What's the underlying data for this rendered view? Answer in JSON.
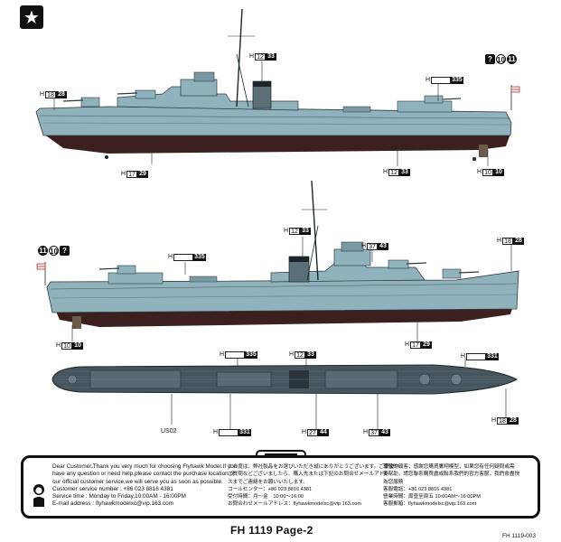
{
  "labels": {
    "s1_mast": {
      "left": "12",
      "right": "33"
    },
    "s1_bow": {
      "left": "18",
      "right": "28"
    },
    "s1_aft_top": {
      "left": "",
      "right": "335"
    },
    "s1_keel": {
      "left": "17",
      "right": "29"
    },
    "s1_mid_bottom": {
      "left": "12",
      "right": "33"
    },
    "s1_stern_bottom": {
      "left": "10",
      "right": "10"
    },
    "s2_mast": {
      "left": "12",
      "right": "33"
    },
    "s2_bridge": {
      "left": "37",
      "right": "43"
    },
    "s2_bow": {
      "left": "18",
      "right": "28"
    },
    "s2_aft_top": {
      "left": "",
      "right": "335"
    },
    "s2_stern_bottom": {
      "left": "10",
      "right": "10"
    },
    "s2_keel": {
      "left": "17",
      "right": "29"
    },
    "p_top_335": {
      "left": "",
      "right": "335"
    },
    "p_top_33": {
      "left": "12",
      "right": "33"
    },
    "p_top_331": {
      "left": "",
      "right": "331"
    },
    "p_bot_331": {
      "left": "",
      "right": "331"
    },
    "p_bot_44": {
      "left": "27",
      "right": "44"
    },
    "p_bot_43": {
      "left": "37",
      "right": "43"
    },
    "p_bot_28": {
      "left": "18",
      "right": "28"
    }
  },
  "markers_right": {
    "q": "?",
    "m1": "10",
    "m2": "11"
  },
  "markers_left": {
    "m1": "11",
    "m2": "10",
    "q": "?"
  },
  "us_label": "US02",
  "h_char": "H",
  "info": {
    "en": [
      "Dear Customer,Thank you very much for choosing Flyhawk Model.If you",
      "have any question or need help,please contact the purchase location or",
      "our official customer service,we will serve you as soon as possible.",
      "Customer service number : +86 023 8816 4381",
      "Service time : Monday to Friday,10:00AM - 16:00PM",
      "E-mail address : flyhawkmodelxc@vip.163.com"
    ],
    "jp": [
      "この度は、弊社製品をお選びいただき誠にありがとうございます。ご要望や",
      "ご質問などございましたら、購入先または下記のお問合せメールアドレ",
      "スまでご連絡をお願いいたします。",
      "コールセンター：+86 023 8816 4381",
      "受付時間：月～金　10:00～16:00",
      "お問合わせメールアドレス：flyhawkmodelxc@vip.163.com"
    ],
    "cn": [
      "尊敬的顧客，感謝您購買鷹翔模型，如果您有任何疑問或需",
      "要幫助，請您聯系購買處或聯系我們的官方客服，我們會盡快",
      "為您服務",
      "客服電話：+86 023 8816 4381",
      "營業時間：周壹至周五 10:00AM～16:00PM",
      "客服郵箱：flyhawkmodelxc@vip.163.com"
    ]
  },
  "page_title": "FH 1119  Page-2",
  "page_code": "FH 1119-003",
  "colors": {
    "hull_grey": "#8fb2bd",
    "hull_dark": "#5f7f8a",
    "boot": "#3a2020",
    "deck": "#3c4a52"
  }
}
